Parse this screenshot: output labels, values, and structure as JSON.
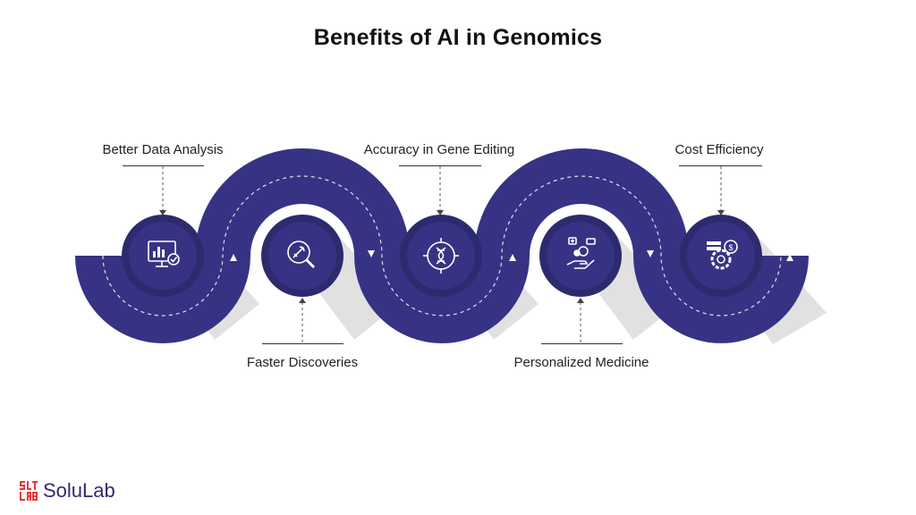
{
  "title": "Benefits of AI in Genomics",
  "colors": {
    "band": "#363384",
    "node": "#2d2a6e",
    "shadow": "#d9d9d9",
    "accent": "#e23a3a"
  },
  "steps": [
    {
      "label": "Better Data Analysis",
      "icon": "monitor-chart-icon"
    },
    {
      "label": "Faster Discoveries",
      "icon": "rocket-magnifier-icon"
    },
    {
      "label": "Accuracy in Gene Editing",
      "icon": "dna-target-icon"
    },
    {
      "label": "Personalized Medicine",
      "icon": "hand-pills-icon"
    },
    {
      "label": "Cost Efficiency",
      "icon": "coins-gear-icon"
    }
  ],
  "brand": {
    "name": "SoluLab"
  }
}
